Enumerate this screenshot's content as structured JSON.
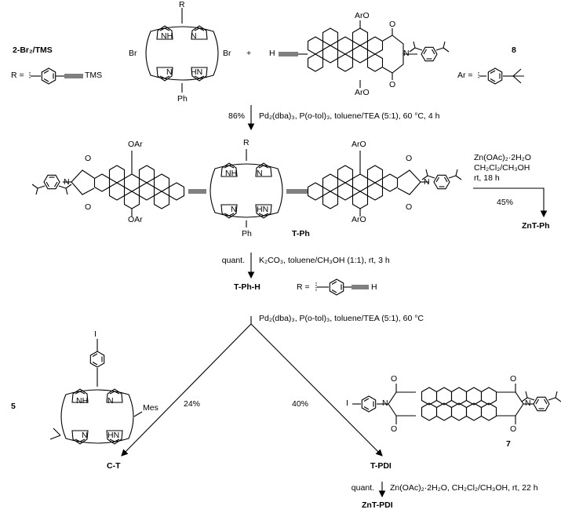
{
  "compounds": {
    "c2": "2-Br₂/TMS",
    "c8": "8",
    "tph": "T-Ph",
    "zntph": "ZnT-Ph",
    "tphh": "T-Ph-H",
    "c5": "5",
    "ct": "C-T",
    "tpdi": "T-PDI",
    "c7": "7",
    "zntpdi": "ZnT-PDI"
  },
  "structure_labels": {
    "R": "R",
    "R_eq": "R =",
    "Ar_eq": "Ar =",
    "TMS": "TMS",
    "H": "H",
    "Br": "Br",
    "NH": "NH",
    "HN": "HN",
    "N": "N",
    "Ph": "Ph",
    "OAr": "OAr",
    "ArO": "ArO",
    "O": "O",
    "I": "I",
    "Mes": "Mes",
    "plus": "+"
  },
  "steps": {
    "s1_yield": "86%",
    "s1_conditions": "Pd₂(dba)₃, P(o-tol)₃, toluene/TEA (5:1), 60 °C, 4 h",
    "zn_line1": "Zn(OAc)₂·2H₂O",
    "zn_line2": "CH₂Cl₂/CH₃OH",
    "zn_line3": "rt, 18 h",
    "zn_yield": "45%",
    "s2_yield": "quant.",
    "s2_conditions": "K₂CO₃, toluene/CH₃OH (1:1), rt, 3 h",
    "s3_conditions": "Pd₂(dba)₃, P(o-tol)₃, toluene/TEA (5:1), 60 °C",
    "s3_left_yield": "24%",
    "s3_right_yield": "40%",
    "s4_yield": "quant.",
    "s4_conditions": "Zn(OAc)₂·2H₂O, CH₂Cl₂/CH₃OH, rt, 22 h"
  }
}
